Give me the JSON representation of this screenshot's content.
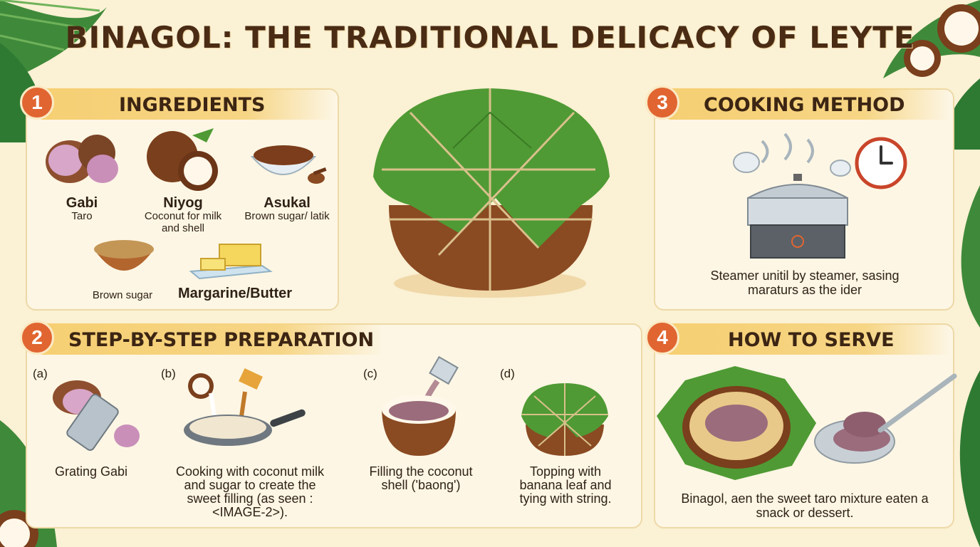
{
  "title": "BINAGOL: THE TRADITIONAL DELICACY OF LEYTE",
  "sections": {
    "ingredients": {
      "number": "1",
      "heading": "INGREDIENTS",
      "items": [
        {
          "name": "Gabi",
          "desc": "Taro"
        },
        {
          "name": "Niyog",
          "desc": "Coconut for milk and shell"
        },
        {
          "name": "Asukal",
          "desc": "Brown sugar/ latik"
        },
        {
          "name": "",
          "desc": "Brown sugar"
        },
        {
          "name": "Margarine/Butter",
          "desc": ""
        }
      ]
    },
    "preparation": {
      "number": "2",
      "heading": "STEP-BY-STEP PREPARATION",
      "steps": [
        {
          "letter": "(a)",
          "text": "Grating Gabi"
        },
        {
          "letter": "(b)",
          "text": "Cooking with coconut milk and sugar to create the sweet filling (as seen :<IMAGE-2>)."
        },
        {
          "letter": "(c)",
          "text": "Filling the coconut shell ('baong')"
        },
        {
          "letter": "(d)",
          "text": "Topping with banana leaf and tying with string."
        }
      ]
    },
    "cooking": {
      "number": "3",
      "heading": "COOKING METHOD",
      "text": "Steamer unitil by steamer, sasing maraturs as the ider"
    },
    "serve": {
      "number": "4",
      "heading": "HOW TO SERVE",
      "text": "Binagol, aen the sweet taro mixture eaten a snack or dessert."
    }
  },
  "colors": {
    "background": "#fbf1d4",
    "band": "#f6cf72",
    "badge": "#e16531",
    "title": "#4a2b14",
    "leaf": "#4f9a34",
    "coconut": "#8a4a22"
  },
  "icons": [
    "taro-icon",
    "coconut-icon",
    "sugar-bowl-icon",
    "butter-icon",
    "grater-icon",
    "pan-icon",
    "coconut-shell-icon",
    "wrapped-binagol-icon",
    "steamer-icon",
    "clock-icon",
    "served-binagol-icon",
    "spoon-icon",
    "palm-leaf-icon"
  ]
}
